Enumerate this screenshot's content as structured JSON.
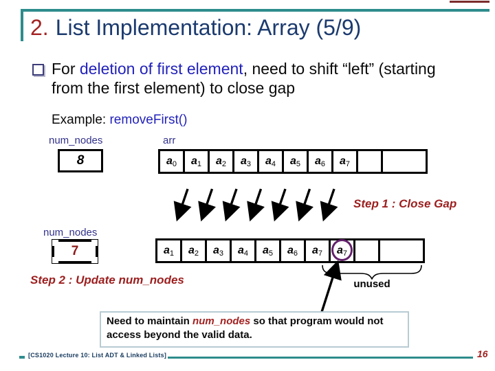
{
  "title": {
    "number": "2.",
    "text": "List Implementation: Array (5/9)"
  },
  "bullet": {
    "pre": "For ",
    "highlight": "deletion of first element",
    "post": ", need to shift “left” (starting from the first element) to close gap"
  },
  "example": {
    "label": "Example: ",
    "code": "removeFirst()"
  },
  "before": {
    "var_label": "num_nodes",
    "var_value": "8",
    "arr_label": "arr"
  },
  "after": {
    "var_label": "num_nodes",
    "var_value": "7"
  },
  "arrays": {
    "before": [
      {
        "base": "a",
        "sub": "0"
      },
      {
        "base": "a",
        "sub": "1"
      },
      {
        "base": "a",
        "sub": "2"
      },
      {
        "base": "a",
        "sub": "3"
      },
      {
        "base": "a",
        "sub": "4"
      },
      {
        "base": "a",
        "sub": "5"
      },
      {
        "base": "a",
        "sub": "6"
      },
      {
        "base": "a",
        "sub": "7"
      },
      {
        "base": "",
        "sub": ""
      },
      {
        "base": "",
        "sub": "",
        "wide": true
      }
    ],
    "after": [
      {
        "base": "a",
        "sub": "1"
      },
      {
        "base": "a",
        "sub": "2"
      },
      {
        "base": "a",
        "sub": "3"
      },
      {
        "base": "a",
        "sub": "4"
      },
      {
        "base": "a",
        "sub": "5"
      },
      {
        "base": "a",
        "sub": "6"
      },
      {
        "base": "a",
        "sub": "7"
      },
      {
        "base": "a",
        "sub": "7",
        "circled": true
      },
      {
        "base": "",
        "sub": ""
      },
      {
        "base": "",
        "sub": "",
        "wide": true
      }
    ]
  },
  "shift_arrows": {
    "count": 7
  },
  "steps": {
    "step1": "Step 1 : Close Gap",
    "step2": "Step 2 : Update num_nodes"
  },
  "unused_label": "unused",
  "note": {
    "pre": "Need to maintain ",
    "highlight": "num_nodes",
    "post": " so that program would not access beyond the valid data."
  },
  "footer": {
    "text": "[CS1020 Lecture 10: List ADT & Linked Lists]",
    "page": "16"
  },
  "colors": {
    "teal": "#2E8C8C",
    "navy": "#1B3A6E",
    "dark_red": "#A32222",
    "blue": "#2222BB",
    "label_blue": "#32328C",
    "circle_purple": "#63216B"
  }
}
